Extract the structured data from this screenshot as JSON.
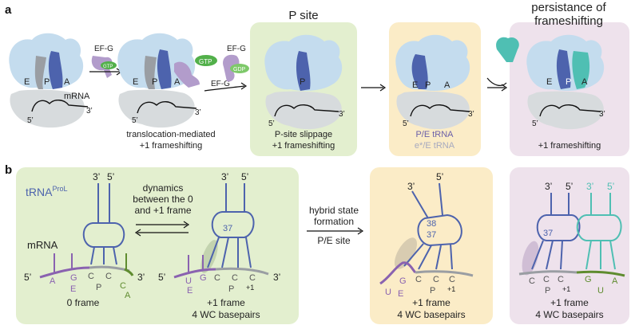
{
  "panel_a": {
    "letter": "a",
    "step1": {
      "site_e": "E",
      "site_p": "P",
      "site_a": "A",
      "mrna": "mRNA",
      "five": "5’",
      "three": "3’",
      "efg": "EF-G",
      "gtp": "GTP"
    },
    "step2": {
      "site_e": "E",
      "site_p": "P",
      "site_a": "A",
      "gtp": "GTP",
      "efg": "EF-G",
      "efg2": "EF-G",
      "gdp": "GDP",
      "five": "5’",
      "three": "3’",
      "caption_1": "translocation-mediated",
      "caption_2": "+1 frameshifting"
    },
    "step3": {
      "title": "P site",
      "site_p": "P",
      "five": "5’",
      "three": "3’",
      "caption_1": "P-site slippage",
      "caption_2": "+1 frameshifting"
    },
    "step4": {
      "site_e": "E",
      "site_p": "P",
      "site_a": "A",
      "five": "5’",
      "three": "3’",
      "caption_1": "P/E tRNA",
      "caption_2": "e*/E tRNA"
    },
    "step5": {
      "title_1": "persistance of",
      "title_2": "frameshifting",
      "site_e": "E",
      "site_p": "P",
      "site_a": "A",
      "five": "5’",
      "three": "3’",
      "caption": "+1 frameshifting"
    }
  },
  "panel_b": {
    "letter": "b",
    "box1": {
      "trna_label": "tRNA",
      "trna_sup": "ProL",
      "dynamics_1": "dynamics",
      "dynamics_2": "between the 0",
      "dynamics_3": "and +1 frame",
      "mrna": "mRNA",
      "left": {
        "three": "3’",
        "five": "5’",
        "mrna5": "5’",
        "mrna3": "3’",
        "bases_top": [
          "A",
          "G",
          "C",
          "C"
        ],
        "bases_bottom": [
          "E",
          "P",
          "C",
          "A"
        ],
        "caption": "0 frame"
      },
      "right": {
        "three": "3’",
        "five": "5’",
        "num37": "37",
        "mrna5": "5’",
        "mrna3": "3’",
        "bases_top": [
          "U",
          "G",
          "C",
          "C",
          "C"
        ],
        "bases_bottom": [
          "E",
          "P",
          "+1"
        ],
        "caption_1": "+1 frame",
        "caption_2": "4 WC basepairs"
      }
    },
    "hybrid": {
      "line_1": "hybrid state",
      "line_2": "formation",
      "line_3": "P/E site"
    },
    "box2": {
      "three": "3’",
      "five": "5’",
      "num38": "38",
      "num37": "37",
      "bases": [
        "U",
        "G",
        "C",
        "C",
        "C"
      ],
      "bases_bottom": [
        "E",
        "P",
        "+1"
      ],
      "caption_1": "+1 frame",
      "caption_2": "4 WC basepairs"
    },
    "box3": {
      "three_a": "3’",
      "five_a": "5’",
      "three_b": "3’",
      "five_b": "5’",
      "num37": "37",
      "bases": [
        "C",
        "C",
        "C",
        "G",
        "A"
      ],
      "bases_bottom": [
        "P",
        "+1",
        "U"
      ],
      "caption_1": "+1 frame",
      "caption_2": "4 WC basepairs"
    }
  },
  "colors": {
    "green_bg": "#e3efcf",
    "yellow_bg": "#fbecc7",
    "pink_bg": "#eee2ec",
    "ribo_blue": "#c4dcee",
    "ribo_gray": "#d7dbdd",
    "trna_blue": "#4d63ad",
    "trna_gray": "#9a9ea3",
    "efg_purple": "#b29ccb",
    "gtp_green": "#52b04a",
    "teal": "#4fbfb3",
    "mrna_purple": "#8a62b0",
    "mrna_green": "#5f8c2f",
    "p_e_gray": "#a6a9bf"
  }
}
